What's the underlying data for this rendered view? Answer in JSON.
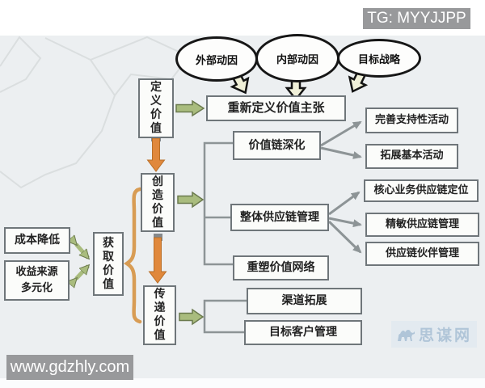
{
  "diagram": {
    "drivers": [
      {
        "label": "外部动因"
      },
      {
        "label": "内部动因"
      },
      {
        "label": "目标战略"
      }
    ],
    "stages": {
      "define": "定义价值",
      "create": "创造价值",
      "deliver": "传递价值",
      "capture": "获取价值"
    },
    "nodes": {
      "redefine": "重新定义价值主张",
      "vc_deepen": "价值链深化",
      "support_act": "完善支持性活动",
      "basic_act": "拓展基本活动",
      "scm_overall": "整体供应链管理",
      "core_scm": "核心业务供应链定位",
      "agile_scm": "精敏供应链管理",
      "partner_scm": "供应链伙伴管理",
      "reshape": "重塑价值网络",
      "channel": "渠道拓展",
      "customer": "目标客户管理",
      "cost": "成本降低",
      "revenue": "收益来源多元化"
    },
    "colors": {
      "background": "#eceff1",
      "box_border": "#6f767a",
      "green_arrow": "#a9bc7e",
      "orange_arrow": "#e0883c",
      "gray_connector": "#8d9496",
      "brace_orange": "#d89c54",
      "driver_arrow_fill": "#f0f0d8"
    },
    "icons": {
      "camel": "camel-icon"
    }
  },
  "watermarks": {
    "tg_label": "TG: MYYJJPP",
    "site_url": "www.gdzhly.com",
    "simou_label": "思谋网"
  }
}
